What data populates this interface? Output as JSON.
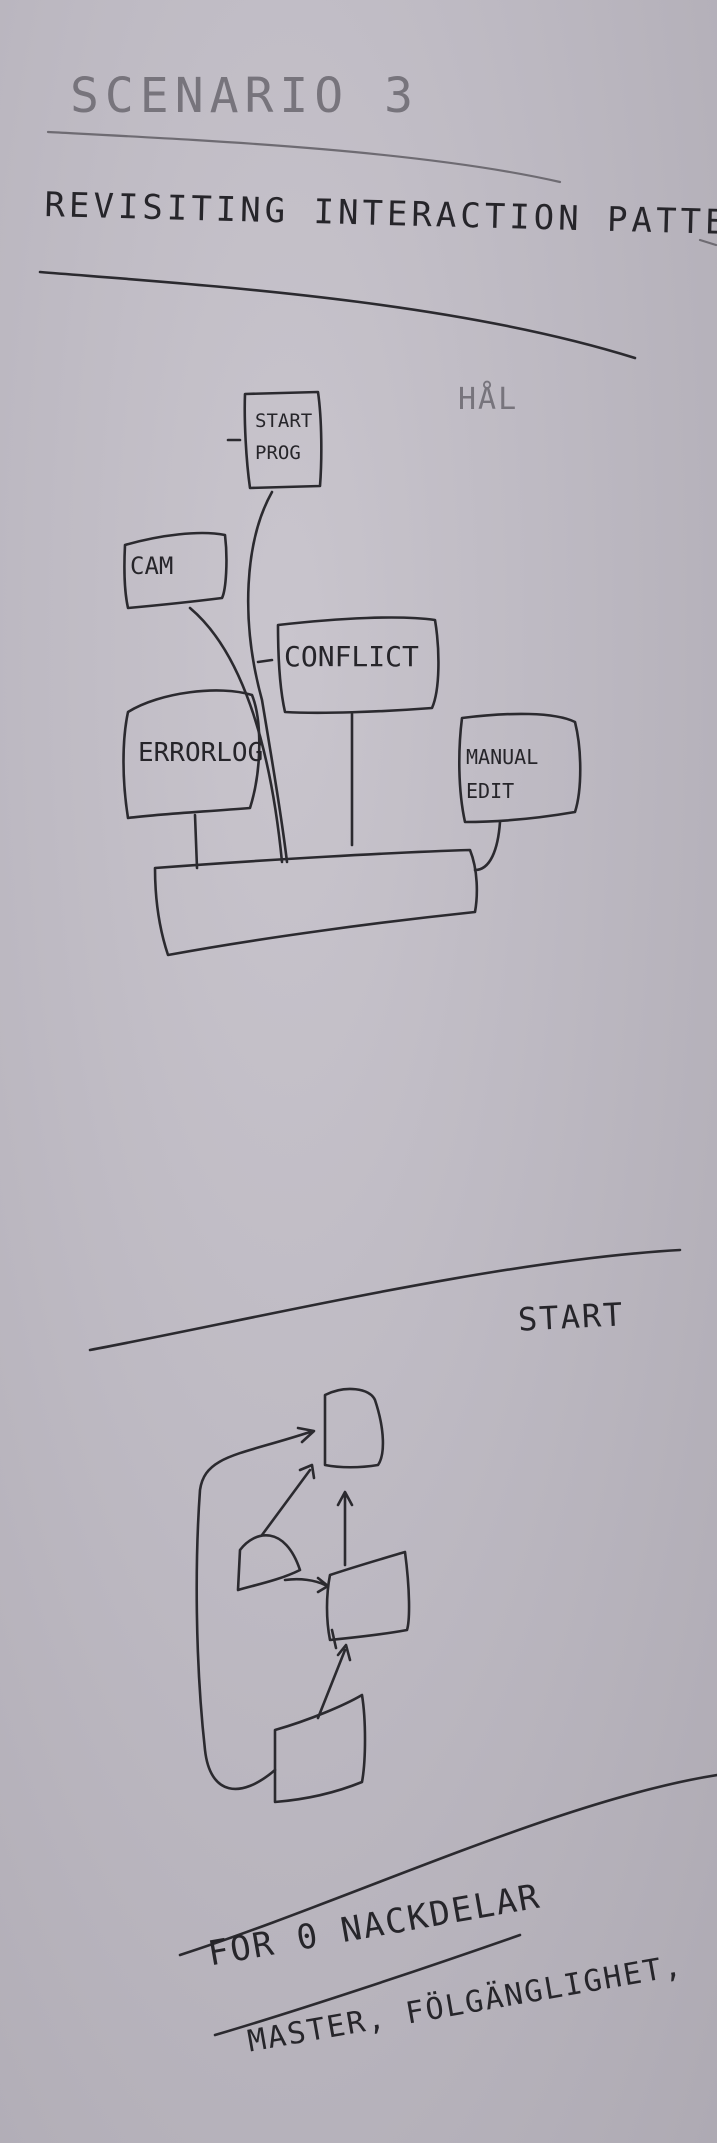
{
  "title": "SCENARIO 3",
  "subtitle": "REVISITING INTERACTION PATTERN",
  "hal_label": "HÅL",
  "diagram_top": {
    "nodes": [
      {
        "id": "start-prog",
        "label": "START PROG"
      },
      {
        "id": "cam",
        "label": "CAM"
      },
      {
        "id": "conflict",
        "label": "CONFLICT"
      },
      {
        "id": "errorlog",
        "label": "ERRORLOG"
      },
      {
        "id": "manual-edit",
        "label": "MANUAL EDIT"
      }
    ]
  },
  "start_label": "START",
  "footer": {
    "line1": "FOR 0 NACKDELAR",
    "line2": "MASTER, FÖLGÄNGLIGHET,"
  }
}
